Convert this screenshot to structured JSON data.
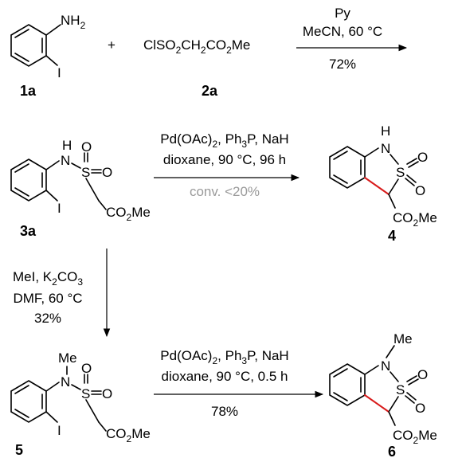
{
  "compounds": {
    "c1a": {
      "id": "1a",
      "amine": "NH",
      "amine_sub": "2",
      "halogen": "I"
    },
    "c2a": {
      "id": "2a",
      "formula": [
        {
          "t": "ClSO"
        },
        {
          "t": "2",
          "sub": true
        },
        {
          "t": "CH"
        },
        {
          "t": "2",
          "sub": true
        },
        {
          "t": "CO"
        },
        {
          "t": "2",
          "sub": true
        },
        {
          "t": "Me"
        }
      ]
    },
    "c3a": {
      "id": "3a",
      "n": "N",
      "h": "H",
      "s": "S",
      "o": "O",
      "halogen": "I",
      "ester": [
        {
          "t": "CO"
        },
        {
          "t": "2",
          "sub": true
        },
        {
          "t": "Me"
        }
      ]
    },
    "c4": {
      "id": "4",
      "nh": "H",
      "n": "N",
      "s": "S",
      "o": "O",
      "ester": [
        {
          "t": "CO"
        },
        {
          "t": "2",
          "sub": true
        },
        {
          "t": "Me"
        }
      ]
    },
    "c5": {
      "id": "5",
      "me": "Me",
      "n": "N",
      "s": "S",
      "o": "O",
      "halogen": "I",
      "ester": [
        {
          "t": "CO"
        },
        {
          "t": "2",
          "sub": true
        },
        {
          "t": "Me"
        }
      ]
    },
    "c6": {
      "id": "6",
      "me": "Me",
      "n": "N",
      "s": "S",
      "o": "O",
      "ester": [
        {
          "t": "CO"
        },
        {
          "t": "2",
          "sub": true
        },
        {
          "t": "Me"
        }
      ]
    }
  },
  "plus": "+",
  "reactions": {
    "r1": {
      "line1": "Py",
      "line2": "MeCN, 60 °C",
      "yield": "72%"
    },
    "r2": {
      "line1": [
        {
          "t": "Pd(OAc)"
        },
        {
          "t": "2",
          "sub": true
        },
        {
          "t": ", Ph"
        },
        {
          "t": "3",
          "sub": true
        },
        {
          "t": "P, NaH"
        }
      ],
      "line2": "dioxane, 90 °C, 96 h",
      "note": "conv. <20%"
    },
    "r3": {
      "line1": [
        {
          "t": "MeI, K"
        },
        {
          "t": "2",
          "sub": true
        },
        {
          "t": "CO"
        },
        {
          "t": "3",
          "sub": true
        }
      ],
      "line2": "DMF, 60 °C",
      "yield": "32%"
    },
    "r4": {
      "line1": [
        {
          "t": "Pd(OAc)"
        },
        {
          "t": "2",
          "sub": true
        },
        {
          "t": ", Ph"
        },
        {
          "t": "3",
          "sub": true
        },
        {
          "t": "P, NaH"
        }
      ],
      "line2": "dioxane, 90 °C, 0.5 h",
      "yield": "78%"
    }
  },
  "colors": {
    "new_bond": "#d81a1a",
    "note": "#9a9a9a",
    "ink": "#000000"
  }
}
